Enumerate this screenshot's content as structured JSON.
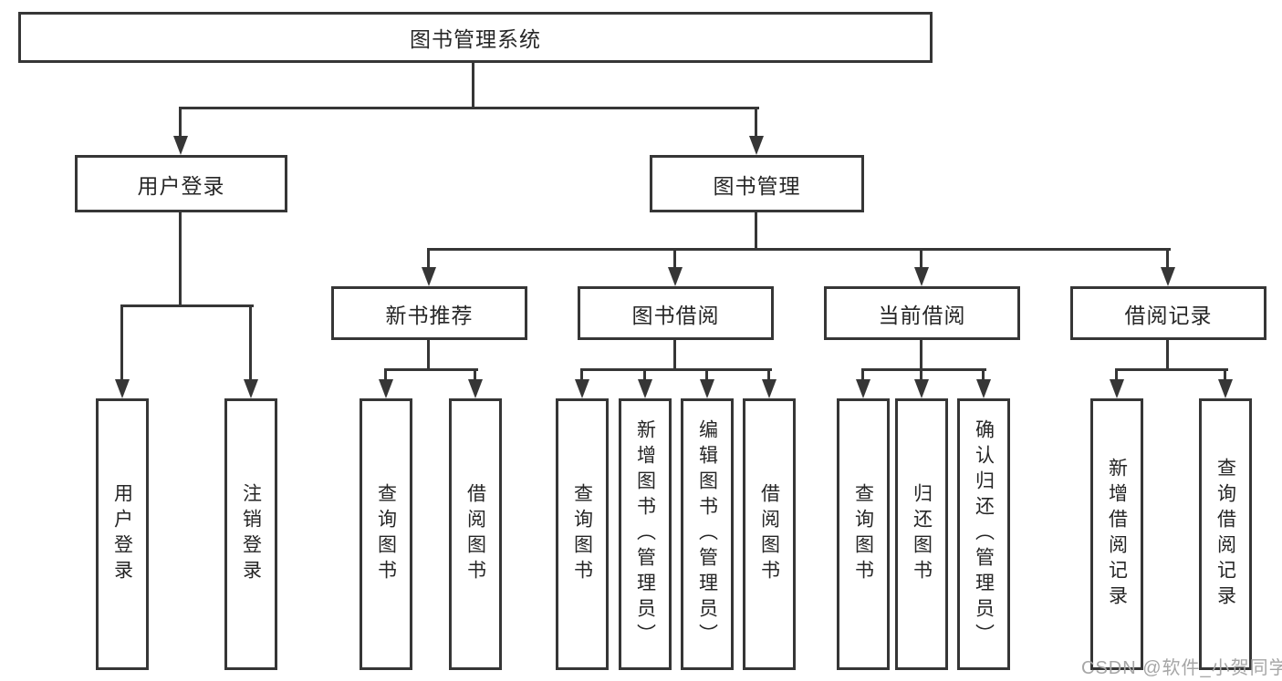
{
  "tree": {
    "label": "图书管理系统",
    "children": [
      {
        "label": "用户登录",
        "children": [
          {
            "label": "用户登录"
          },
          {
            "label": "注销登录"
          }
        ]
      },
      {
        "label": "图书管理",
        "children": [
          {
            "label": "新书推荐",
            "children": [
              {
                "label": "查询图书"
              },
              {
                "label": "借阅图书"
              }
            ]
          },
          {
            "label": "图书借阅",
            "children": [
              {
                "label": "查询图书"
              },
              {
                "label": "新增图书（管理员）"
              },
              {
                "label": "编辑图书（管理员）"
              },
              {
                "label": "借阅图书"
              }
            ]
          },
          {
            "label": "当前借阅",
            "children": [
              {
                "label": "查询图书"
              },
              {
                "label": "归还图书"
              },
              {
                "label": "确认归还（管理员）"
              }
            ]
          },
          {
            "label": "借阅记录",
            "children": [
              {
                "label": "新增借阅记录"
              },
              {
                "label": "查询借阅记录"
              }
            ]
          }
        ]
      }
    ]
  },
  "watermark": {
    "text": "CSDN @软件_小贺同学"
  },
  "colors": {
    "line": "#363636",
    "text": "#262626",
    "watermark": "#a6a6a6",
    "background": "#ffffff"
  }
}
